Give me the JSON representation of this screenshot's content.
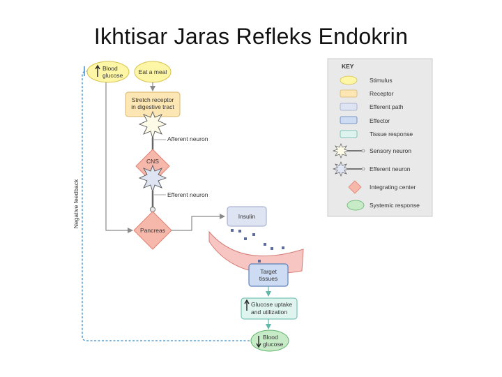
{
  "title": "Ikhtisar Jaras Refleks Endokrin",
  "colors": {
    "stimulus_fill": "#fdf6a6",
    "stimulus_stroke": "#d8c24a",
    "receptor_fill": "#fce6b4",
    "receptor_stroke": "#d9b46a",
    "efferent_fill": "#dfe4f2",
    "efferent_stroke": "#9aa6c8",
    "effector_fill": "#cddcf2",
    "effector_stroke": "#5d7fb8",
    "tissue_fill": "#dff3ef",
    "tissue_stroke": "#5fb8a8",
    "integrating_fill": "#f7b8ac",
    "integrating_stroke": "#e07f70",
    "systemic_fill": "#c7ebc7",
    "systemic_stroke": "#5eb36a",
    "feedback_line": "#3b8fc9",
    "vessel_fill": "#f7c6c2",
    "vessel_stroke": "#d47c75",
    "key_bg": "#e9e9e9"
  },
  "diagram": {
    "stimulus_label_1": "Blood",
    "stimulus_label_2": "glucose",
    "eat_meal": "Eat a meal",
    "receptor_1": "Stretch receptor",
    "receptor_2": "in digestive tract",
    "afferent_label": "Afferent neuron",
    "cns_label": "CNS",
    "efferent_label": "Efferent neuron",
    "pancreas_label": "Pancreas",
    "insulin_label": "Insulin",
    "target_1": "Target",
    "target_2": "tissues",
    "response_1": "Glucose uptake",
    "response_2": "and utilization",
    "result_1": "Blood",
    "result_2": "glucose",
    "feedback_label": "Negative feedback"
  },
  "key": {
    "title": "KEY",
    "items": [
      {
        "label": "Stimulus",
        "icon": "stimulus-ellipse-icon"
      },
      {
        "label": "Receptor",
        "icon": "receptor-rect-icon"
      },
      {
        "label": "Efferent path",
        "icon": "efferent-rect-icon"
      },
      {
        "label": "Effector",
        "icon": "effector-rect-icon"
      },
      {
        "label": "Tissue response",
        "icon": "tissue-rect-icon"
      },
      {
        "label": "Sensory neuron",
        "icon": "sensory-neuron-icon"
      },
      {
        "label": "Efferent neuron",
        "icon": "efferent-neuron-icon"
      },
      {
        "label": "Integrating center",
        "icon": "diamond-icon"
      },
      {
        "label": "Systemic response",
        "icon": "systemic-ellipse-icon"
      }
    ]
  }
}
